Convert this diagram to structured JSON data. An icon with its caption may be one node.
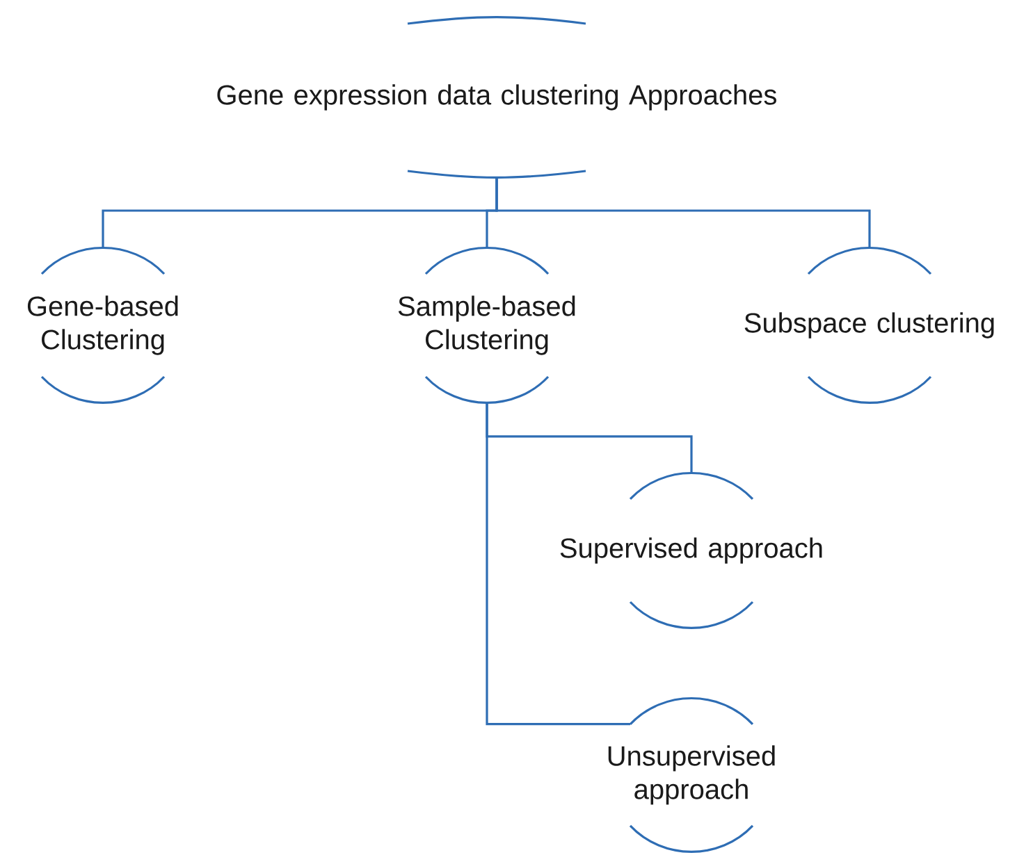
{
  "diagram": {
    "nodes": [
      {
        "text": [
          "Gene expression data clustering Approaches"
        ]
      },
      {
        "text": [
          "Gene-based Clustering"
        ]
      },
      {
        "text": [
          "Sample-based Clustering"
        ]
      },
      {
        "text": [
          "Subspace clustering"
        ]
      },
      {
        "text": [
          "Supervised approach"
        ]
      },
      {
        "text": [
          "Unsupervised approach"
        ]
      }
    ],
    "edges": [
      {
        "from": 0,
        "to": 1,
        "arrow": "none"
      },
      {
        "from": 0,
        "to": 2,
        "arrow": "none"
      },
      {
        "from": 0,
        "to": 3,
        "arrow": "none"
      },
      {
        "from": 2,
        "to": 4,
        "arrow": "none"
      },
      {
        "from": 2,
        "to": 5,
        "arrow": "none"
      }
    ]
  }
}
